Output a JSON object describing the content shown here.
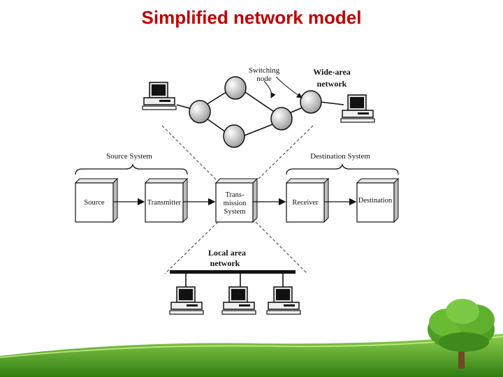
{
  "slide": {
    "title": "Simplified network model",
    "title_color": "#c00000"
  },
  "diagram": {
    "wan_labels": {
      "switching_line1": "Switching",
      "switching_line2": "node",
      "wan_line1": "Wide-area",
      "wan_line2": "network"
    },
    "system_labels": {
      "source_system": "Source System",
      "destination_system": "Destination System"
    },
    "boxes": {
      "source": "Source",
      "transmitter": "Transmitter",
      "transmission_line1": "Trans-",
      "transmission_line2": "mission",
      "transmission_line3": "System",
      "receiver": "Receiver",
      "destination": "Destination"
    },
    "lan_labels": {
      "line1": "Local area",
      "line2": "network"
    }
  },
  "decor": {
    "grass_color": "#3f9a1e",
    "tree_color": "#5cae2c"
  }
}
